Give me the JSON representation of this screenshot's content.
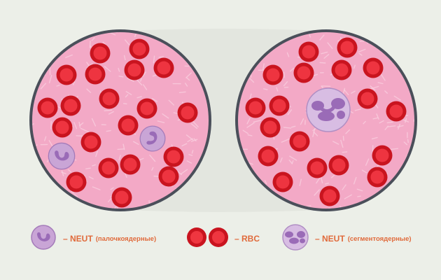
{
  "colors": {
    "background": "#ecefe8",
    "plasma": "#f3a9c6",
    "circle_border": "#4a4f5a",
    "rbc_outer": "#d7182a",
    "rbc_inner": "#ef3640",
    "neutrophil": "#b489c6",
    "neutrophil_nucleus": "#8a5fa6",
    "label": "#e06a3b"
  },
  "legend": {
    "band": {
      "icon": "band-neutrophil-icon",
      "label": "– NEUT",
      "sublabel": "(палочкоядерные)"
    },
    "rbc": {
      "icon": "red-blood-cell-icon",
      "label": "– RBC"
    },
    "segmented": {
      "icon": "segmented-neutrophil-icon",
      "label": "– NEUT",
      "sublabel": "(сегментоядерные)"
    }
  }
}
